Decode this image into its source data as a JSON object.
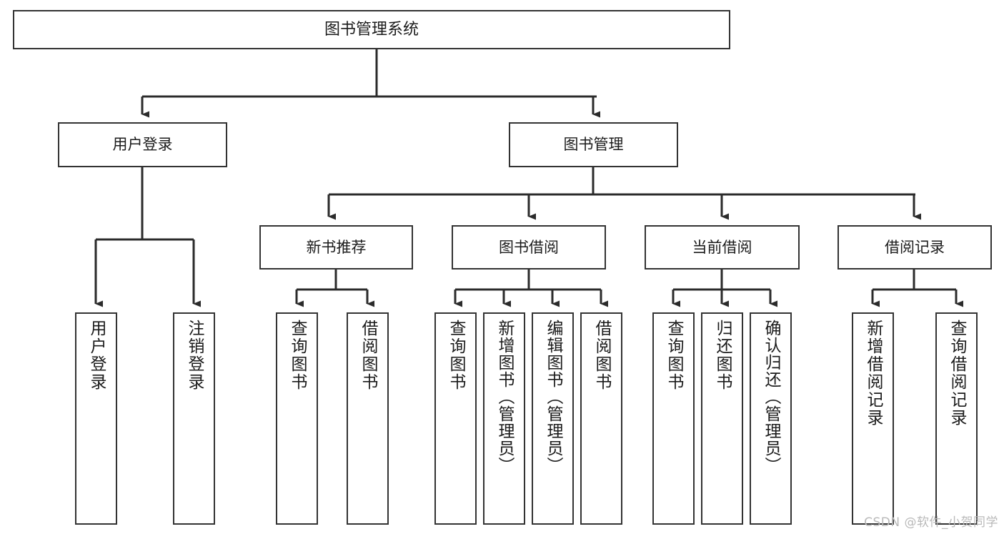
{
  "diagram": {
    "type": "tree",
    "title": "图书管理系统",
    "root": {
      "label": "图书管理系统"
    },
    "level2": [
      {
        "label": "用户登录"
      },
      {
        "label": "图书管理"
      }
    ],
    "level3": [
      {
        "label": "新书推荐"
      },
      {
        "label": "图书借阅"
      },
      {
        "label": "当前借阅"
      },
      {
        "label": "借阅记录"
      }
    ],
    "leaves": {
      "user_login": [
        {
          "label": "用户登录"
        },
        {
          "label": "注销登录"
        }
      ],
      "new_book": [
        {
          "label": "查询图书"
        },
        {
          "label": "借阅图书"
        }
      ],
      "borrow_book": [
        {
          "label": "查询图书"
        },
        {
          "label": "新增图书（管理员）"
        },
        {
          "label": "编辑图书（管理员）"
        },
        {
          "label": "借阅图书"
        }
      ],
      "current_borrow": [
        {
          "label": "查询图书"
        },
        {
          "label": "归还图书"
        },
        {
          "label": "确认归还（管理员）"
        }
      ],
      "borrow_record": [
        {
          "label": "新增借阅记录"
        },
        {
          "label": "查询借阅记录"
        }
      ]
    }
  },
  "watermark": {
    "text": "CSDN @软件_小贺同学"
  },
  "colors": {
    "box_border": "#333333",
    "box_fill": "#ffffff",
    "edge": "#2b2b2b",
    "text": "#1b1b1b",
    "watermark": "#b9b9b9"
  }
}
